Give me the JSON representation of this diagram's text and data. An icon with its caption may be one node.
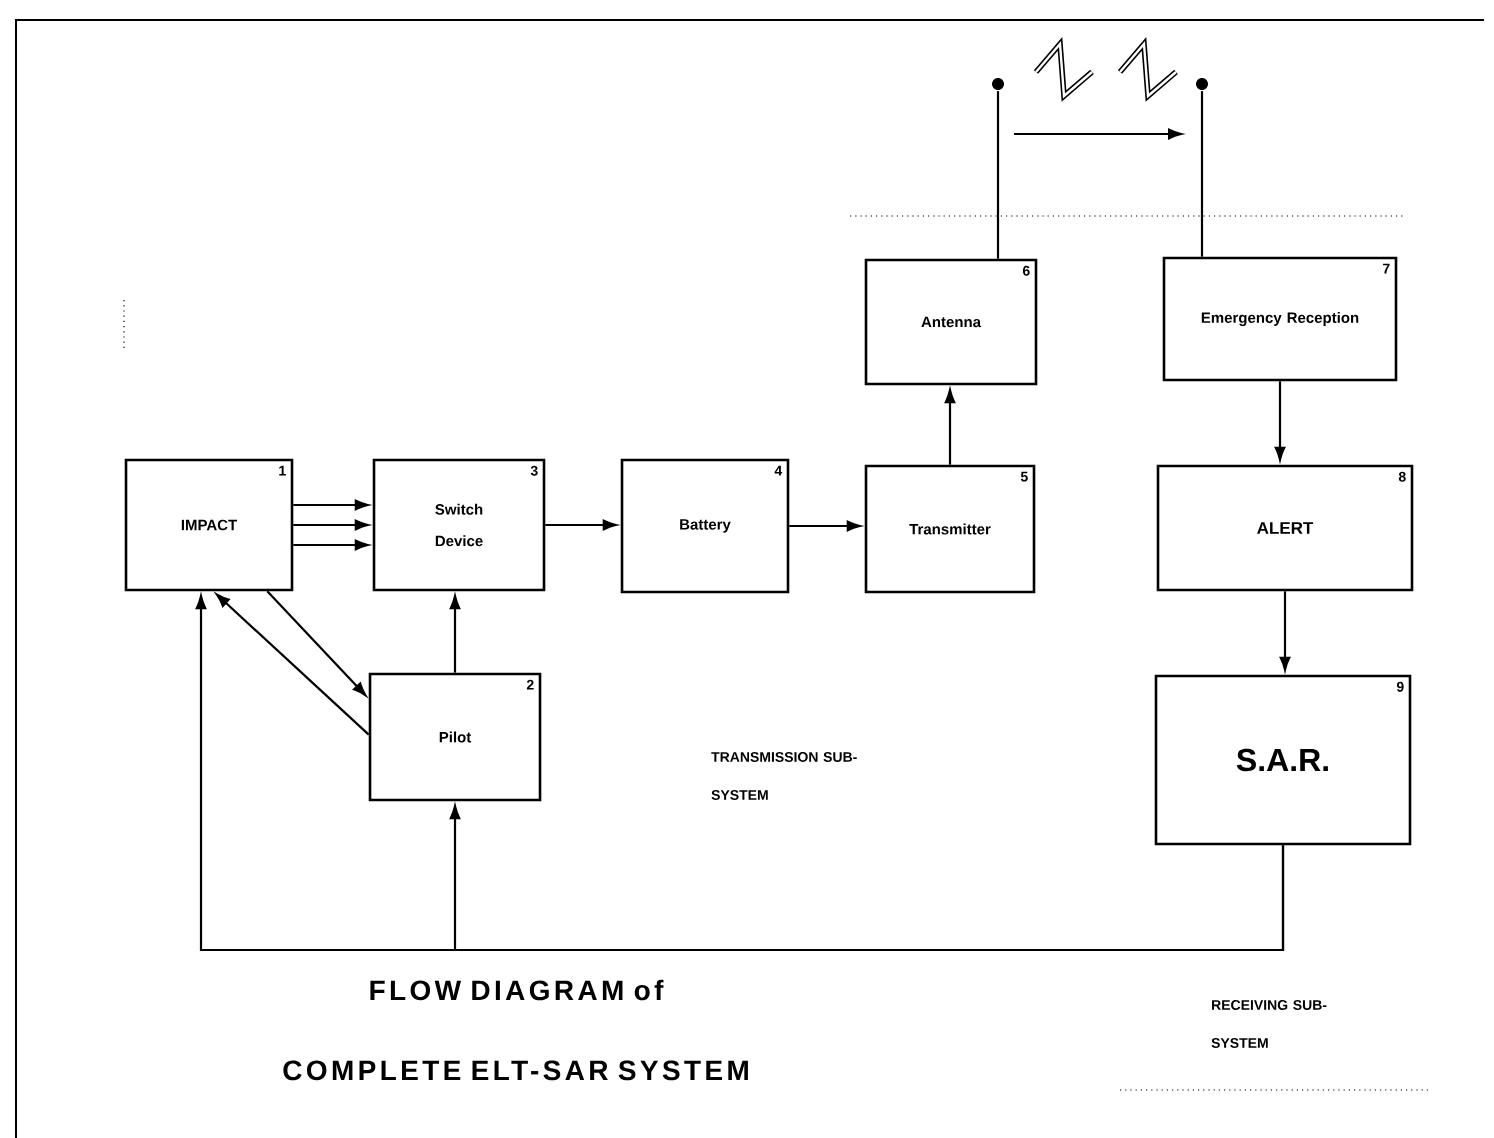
{
  "diagram": {
    "title": "FLOW DIAGRAM of COMPLETE ELT-SAR SYSTEM",
    "nodes": [
      {
        "text": [],
        "shape": "circle"
      },
      {
        "text": [],
        "shape": "circle"
      },
      {
        "text": [
          "Antenna",
          "6"
        ]
      },
      {
        "text": [
          "Emergency Reception",
          "7"
        ]
      },
      {
        "text": [
          "IMPACT",
          "1"
        ]
      },
      {
        "text": [
          "Switch Device",
          "3"
        ]
      },
      {
        "text": [
          "Battery",
          "4"
        ]
      },
      {
        "text": [
          "Transmitter",
          "5"
        ]
      },
      {
        "text": [
          "ALERT",
          "8"
        ]
      },
      {
        "text": [
          "Pilot",
          "2"
        ]
      },
      {
        "text": [
          "S.A.R.",
          "9"
        ]
      }
    ],
    "edges": [
      {
        "from": 2,
        "to": 0,
        "arrow": "none"
      },
      {
        "from": 1,
        "to": 3,
        "arrow": "none"
      },
      {
        "from": 0,
        "to": 1,
        "arrow": "to"
      },
      {
        "from": 4,
        "to": 5,
        "arrow": "to"
      },
      {
        "from": 4,
        "to": 5,
        "arrow": "to"
      },
      {
        "from": 4,
        "to": 5,
        "arrow": "to"
      },
      {
        "from": 5,
        "to": 6,
        "arrow": "to"
      },
      {
        "from": 6,
        "to": 7,
        "arrow": "to"
      },
      {
        "from": 7,
        "to": 2,
        "arrow": "to"
      },
      {
        "from": 4,
        "to": 9,
        "arrow": "to"
      },
      {
        "from": 9,
        "to": 4,
        "arrow": "to"
      },
      {
        "from": 9,
        "to": 5,
        "arrow": "to"
      },
      {
        "from": 3,
        "to": 8,
        "arrow": "to"
      },
      {
        "from": 8,
        "to": 10,
        "arrow": "to"
      },
      {
        "from": 10,
        "to": 4,
        "arrow": "to"
      },
      {
        "from": 10,
        "to": 9,
        "arrow": "to"
      }
    ],
    "labels": [
      "TRANSMISSION SUB-SYSTEM",
      "RECEIVING SUB-SYSTEM"
    ]
  }
}
